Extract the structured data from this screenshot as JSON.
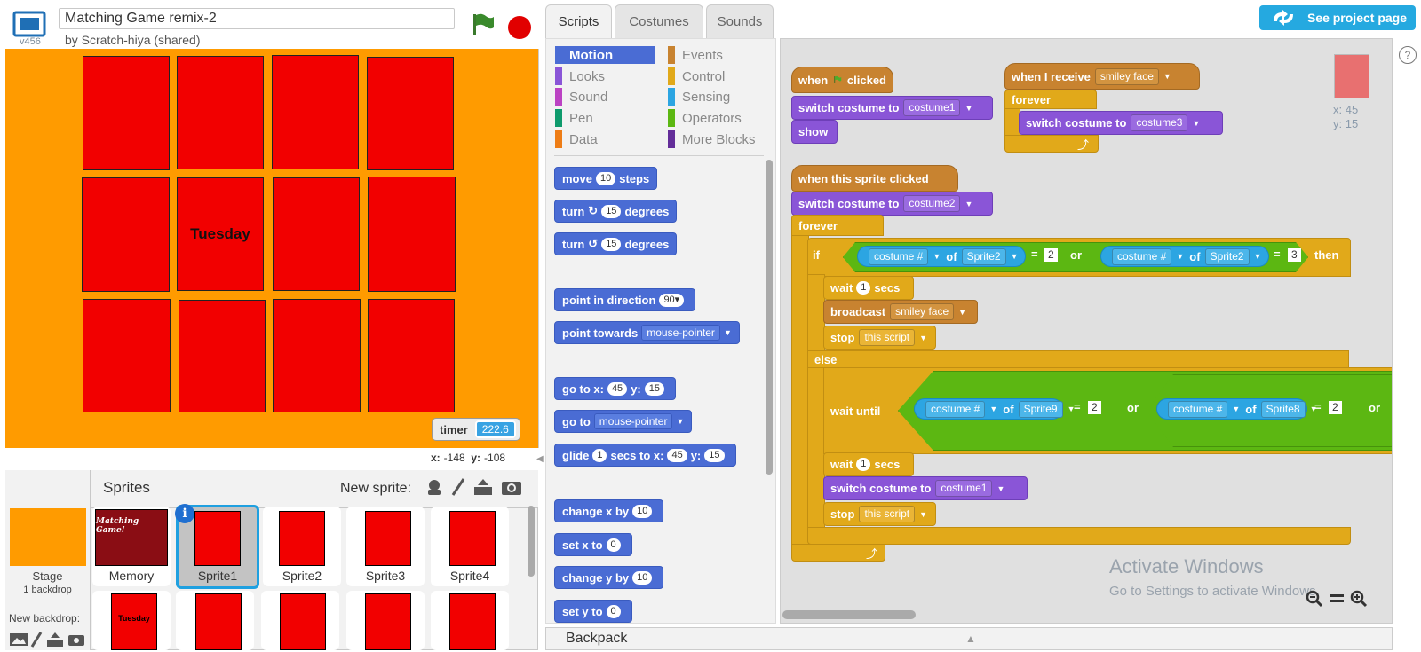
{
  "header": {
    "project_title": "Matching Game remix-2",
    "byline": "by Scratch-hiya (shared)",
    "version": "v456"
  },
  "stage": {
    "card_text": "Tuesday",
    "timer_label": "timer",
    "timer_value": "222.6",
    "coord_x_label": "x:",
    "coord_x": "-148",
    "coord_y_label": "y:",
    "coord_y": "-108"
  },
  "sprites": {
    "title": "Sprites",
    "new_sprite_label": "New sprite:",
    "stage_label": "Stage",
    "stage_sub": "1 backdrop",
    "new_backdrop": "New backdrop:",
    "memory_thumb_text": "Matching Game!",
    "tiles": [
      "Memory",
      "Sprite1",
      "Sprite2",
      "Sprite3",
      "Sprite4"
    ],
    "row2_tuesday": "Tuesday"
  },
  "tabs": [
    "Scripts",
    "Costumes",
    "Sounds"
  ],
  "see_project": "See project page",
  "categories": {
    "motion": "Motion",
    "looks": "Looks",
    "sound": "Sound",
    "pen": "Pen",
    "data": "Data",
    "events": "Events",
    "control": "Control",
    "sensing": "Sensing",
    "operators": "Operators",
    "more": "More Blocks"
  },
  "palette": {
    "move": "move",
    "move_n": "10",
    "steps": "steps",
    "turn": "turn",
    "turn_n": "15",
    "degrees": "degrees",
    "point_dir": "point in direction",
    "dir_val": "90▾",
    "point_towards": "point towards",
    "towards_val": "mouse-pointer",
    "goto": "go to x:",
    "goto_x": "45",
    "y": "y:",
    "goto_y": "15",
    "goto2": "go to",
    "goto2_val": "mouse-pointer",
    "glide": "glide",
    "glide_n": "1",
    "glide_txt": "secs to x:",
    "glide_x": "45",
    "glide_y": "15",
    "changex": "change x by",
    "changex_n": "10",
    "setx": "set x to",
    "setx_n": "0",
    "changey": "change y by",
    "changey_n": "10",
    "sety": "set y to",
    "sety_n": "0"
  },
  "script": {
    "when": "when",
    "clicked": "clicked",
    "switch_costume": "switch costume to",
    "costume1": "costume1",
    "costume2": "costume2",
    "costume3": "costume3",
    "show": "show",
    "when_receive": "when I receive",
    "smiley_face": "smiley face",
    "forever": "forever",
    "when_sprite_clicked": "when this sprite clicked",
    "if": "if",
    "then": "then",
    "or": "or",
    "else": "else",
    "costume_num": "costume #",
    "of": "of",
    "sprite2": "Sprite2",
    "sprite9": "Sprite9",
    "sprite8": "Sprite8",
    "eq": "=",
    "v2": "2",
    "v3": "3",
    "wait": "wait",
    "secs": "secs",
    "one": "1",
    "broadcast": "broadcast",
    "stop": "stop",
    "this_script": "this script",
    "wait_until": "wait until"
  },
  "sprite_info": {
    "x": "x: 45",
    "y": "y: 15"
  },
  "watermark": {
    "title": "Activate Windows",
    "sub": "Go to Settings to activate Windows."
  },
  "backpack": "Backpack",
  "help": "?"
}
